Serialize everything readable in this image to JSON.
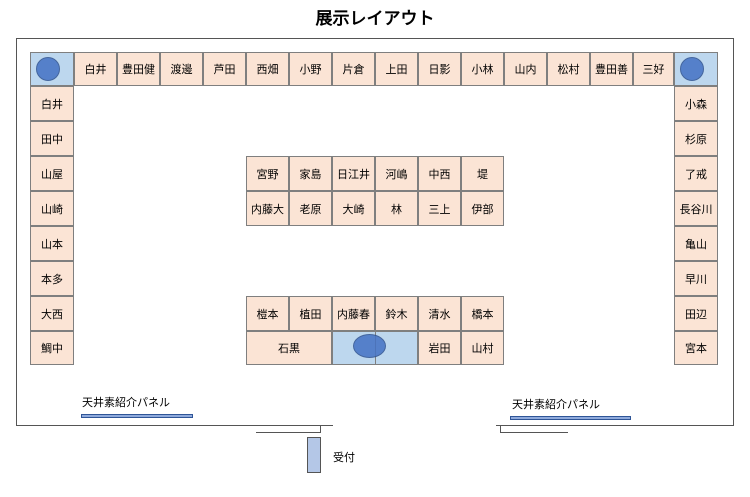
{
  "title": "展示レイアウト",
  "top_row": [
    "白井",
    "豊田健",
    "渡邊",
    "芦田",
    "西畑",
    "小野",
    "片倉",
    "上田",
    "日影",
    "小林",
    "山内",
    "松村",
    "豊田善",
    "三好"
  ],
  "left_column": [
    "白井",
    "田中",
    "山屋",
    "山崎",
    "山本",
    "本多",
    "大西",
    "鯛中"
  ],
  "right_column": [
    "小森",
    "杉原",
    "了戒",
    "長谷川",
    "亀山",
    "早川",
    "田辺",
    "宮本"
  ],
  "center_top": {
    "row1": [
      "宮野",
      "家島",
      "日江井",
      "河嶋",
      "中西",
      "堤"
    ],
    "row2": [
      "内藤大",
      "老原",
      "大崎",
      "林",
      "三上",
      "伊部"
    ]
  },
  "center_bottom": {
    "row1": [
      "榿本",
      "植田",
      "内藤春",
      "鈴木",
      "清水",
      "橋本"
    ],
    "row2_left": "石黒",
    "row2_right": [
      "岩田",
      "山村"
    ]
  },
  "panels": {
    "left": "天井素紹介パネル",
    "right": "天井素紹介パネル"
  },
  "reception": "受付",
  "colors": {
    "booth": "#fbe4d5",
    "feature": "#bdd7ee",
    "circle": "#4472c4"
  }
}
